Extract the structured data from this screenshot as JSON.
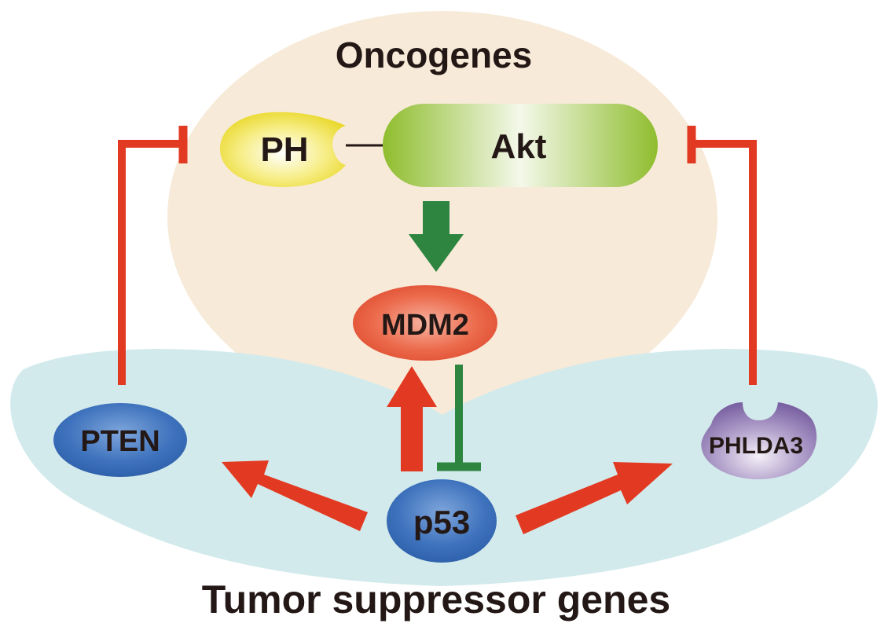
{
  "diagram": {
    "regions": {
      "top": {
        "label": "Oncogenes",
        "color": "#f7ead8"
      },
      "bottom": {
        "label": "Tumor suppressor genes",
        "color": "#d3eaec"
      }
    },
    "nodes": {
      "ph": {
        "label": "PH",
        "color": "#f2e24a"
      },
      "akt": {
        "label": "Akt",
        "color": "#9cc13a"
      },
      "mdm2": {
        "label": "MDM2",
        "color": "#e85a3f"
      },
      "pten": {
        "label": "PTEN",
        "color": "#3a6fb8"
      },
      "p53": {
        "label": "p53",
        "color": "#3a6fb8"
      },
      "phlda3": {
        "label": "PHLDA3",
        "color": "#8a72ad"
      }
    },
    "edges": [
      {
        "from": "akt",
        "to": "mdm2",
        "type": "activation",
        "color": "#2e8540"
      },
      {
        "from": "p53",
        "to": "mdm2",
        "type": "activation",
        "color": "#e23a22"
      },
      {
        "from": "mdm2",
        "to": "p53",
        "type": "inhibition",
        "color": "#2e8540"
      },
      {
        "from": "p53",
        "to": "pten",
        "type": "activation",
        "color": "#e23a22"
      },
      {
        "from": "p53",
        "to": "phlda3",
        "type": "activation",
        "color": "#e23a22"
      },
      {
        "from": "pten",
        "to": "ph",
        "type": "inhibition",
        "color": "#e23a22"
      },
      {
        "from": "phlda3",
        "to": "akt",
        "type": "inhibition",
        "color": "#e23a22"
      }
    ]
  }
}
